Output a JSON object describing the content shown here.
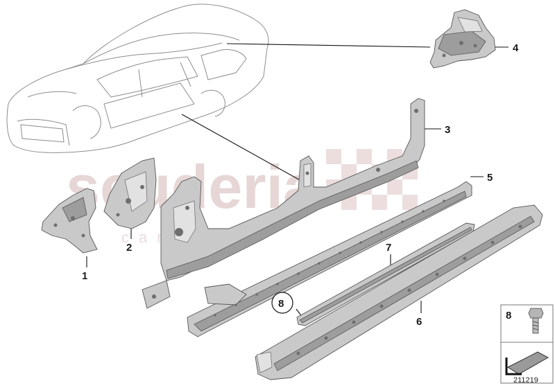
{
  "callouts": [
    {
      "id": "1",
      "label": "1"
    },
    {
      "id": "2",
      "label": "2"
    },
    {
      "id": "3",
      "label": "3"
    },
    {
      "id": "4",
      "label": "4"
    },
    {
      "id": "5",
      "label": "5"
    },
    {
      "id": "6",
      "label": "6"
    },
    {
      "id": "7",
      "label": "7"
    },
    {
      "id": "8",
      "label": "8"
    }
  ],
  "legend_box": {
    "label": "8"
  },
  "diagram_number": "211219",
  "watermark": {
    "main": "scuderia",
    "sub": "car parts"
  },
  "colors": {
    "part_fill": "#c9c9c9",
    "part_stroke": "#555555",
    "car_outline": "#8c8c8c",
    "watermark": "#e6d6d6"
  }
}
